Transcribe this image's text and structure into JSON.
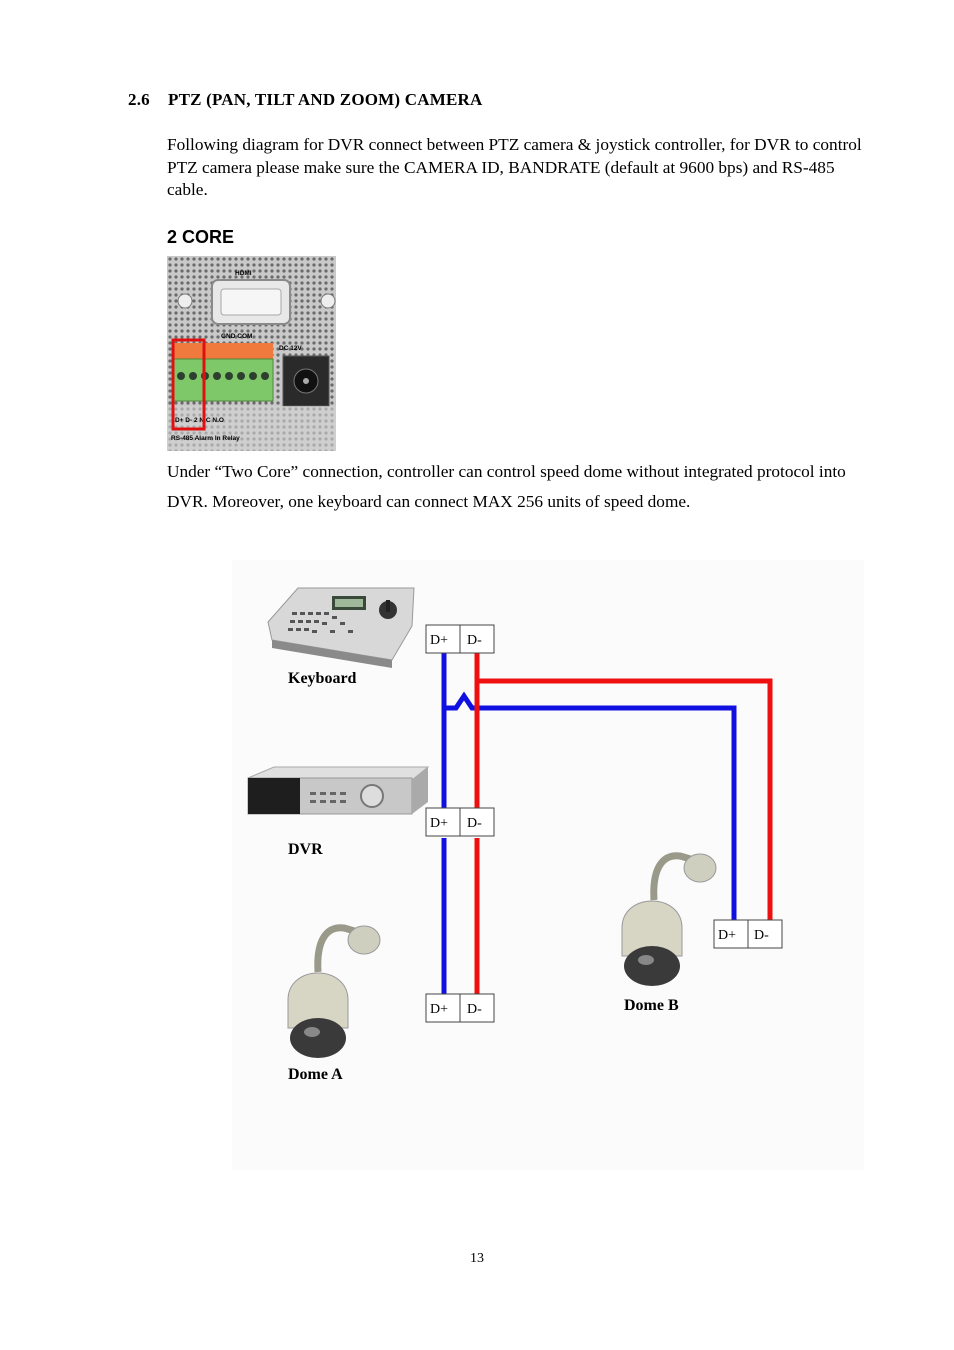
{
  "section": {
    "number": "2.6",
    "title": "PTZ (PAN, TILT AND ZOOM) CAMERA"
  },
  "intro_paragraph": "Following diagram for DVR connect between PTZ camera & joystick controller, for DVR to control PTZ camera please make sure the CAMERA ID, BANDRATE (default at 9600 bps) and RS-485 cable.",
  "subheading": "2 CORE",
  "connector_photo": {
    "hdmi_label": "HDMI",
    "gnd_label": "GND COM",
    "dc_label": "DC 12V",
    "pin_labels": "D+ D-   2   N.C  N.O",
    "bottom_labels": "RS-485  Alarm In   Relay"
  },
  "two_core_paragraph": "Under “Two Core” connection, controller can control speed dome without integrated protocol into DVR. Moreover, one keyboard can connect MAX 256 units of speed dome.",
  "diagram": {
    "keyboard_label": "Keyboard",
    "dvr_label": "DVR",
    "dome_a_label": "Dome A",
    "dome_b_label": "Dome B",
    "terminal_plus": "D+",
    "terminal_minus": "D-",
    "wire_plus_color": "#1010e0",
    "wire_minus_color": "#ee1010"
  },
  "page_number": "13"
}
